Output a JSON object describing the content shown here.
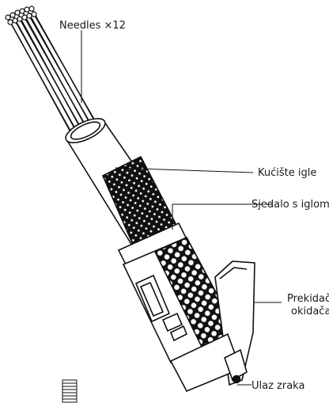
{
  "labels": {
    "needles": "Needles ×12",
    "needle_housing": "Kućište igle",
    "needle_seat": "Sjedalo s iglom",
    "trigger_line1": "Prekidač",
    "trigger_line2": "okidača",
    "air_inlet": "Ulaz zraka"
  }
}
